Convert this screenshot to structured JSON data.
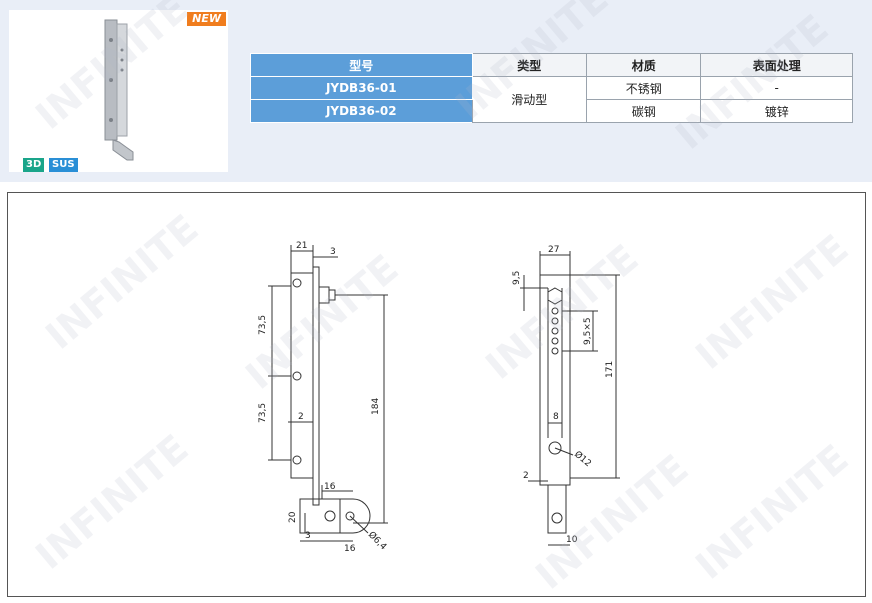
{
  "badges": {
    "new": "NEW",
    "tag_3d": "3D",
    "tag_sus": "SUS"
  },
  "table": {
    "headers": [
      "型号",
      "类型",
      "材质",
      "表面处理"
    ],
    "rows": [
      {
        "model": "JYDB36-01",
        "type": "滑动型",
        "material": "不锈钢",
        "finish": "-"
      },
      {
        "model": "JYDB36-02",
        "type": "滑动型",
        "material": "碳钢",
        "finish": "镀锌"
      }
    ]
  },
  "dims_left": {
    "w21": "21",
    "w3": "3",
    "h735a": "73,5",
    "h735b": "73,5",
    "h184": "184",
    "t2": "2",
    "w16a": "16",
    "h20": "20",
    "w3b": "3",
    "w16b": "16",
    "d64": "Ø6,4"
  },
  "dims_right": {
    "w27": "27",
    "h95": "9,5",
    "p95x5": "9,5×5",
    "h171": "171",
    "w8": "8",
    "d12": "Ø12",
    "t2": "2",
    "w10": "10"
  },
  "watermark": "INFINITE"
}
